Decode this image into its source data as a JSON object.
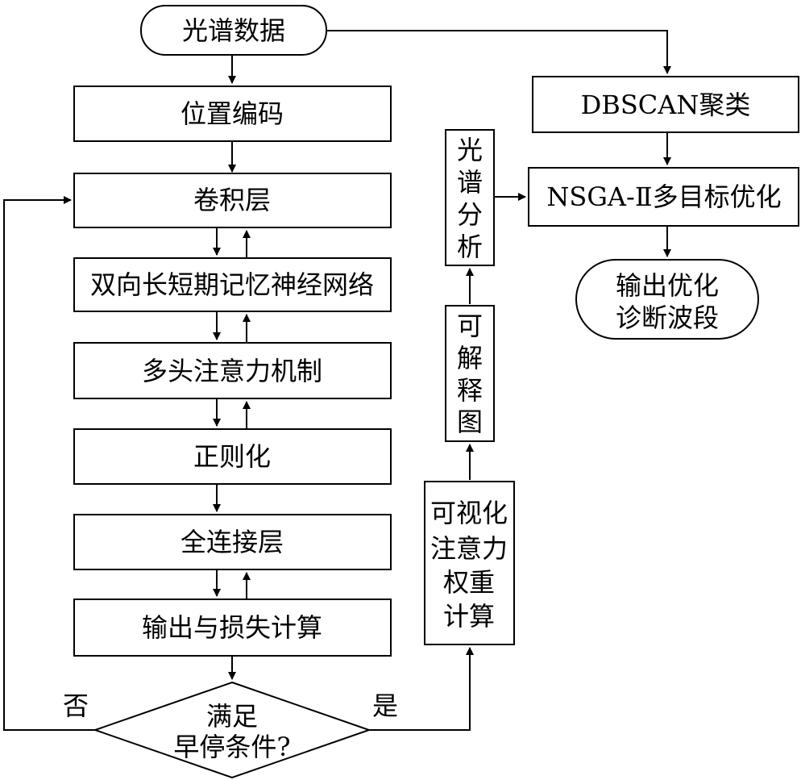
{
  "nodes": {
    "spectral_data": "光谱数据",
    "position_encoding": "位置编码",
    "conv_layer": "卷积层",
    "bilstm": "双向长短期记忆神经网络",
    "multihead_attention": "多头注意力机制",
    "regularization": "正则化",
    "fully_connected": "全连接层",
    "output_loss": "输出与损失计算",
    "early_stop": [
      "满足",
      "早停条件?"
    ],
    "attention_weights": [
      "可视化",
      "注意力",
      "权重",
      "计算"
    ],
    "explanation_map": [
      "可",
      "解",
      "释",
      "图"
    ],
    "spectral_analysis": [
      "光",
      "谱",
      "分",
      "析"
    ],
    "dbscan": "DBSCAN聚类",
    "nsga": "NSGA-Ⅱ多目标优化",
    "output_bands": [
      "输出优化",
      "诊断波段"
    ]
  },
  "edge_labels": {
    "no": "否",
    "yes": "是"
  }
}
